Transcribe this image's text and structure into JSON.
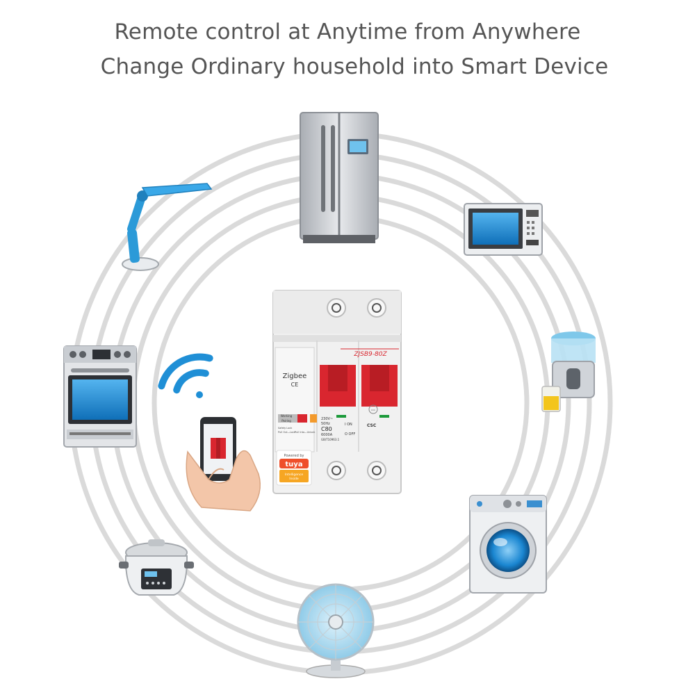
{
  "headline": {
    "line1": "Remote control at Anytime from Anywhere",
    "line2": "Change Ordinary household into Smart Device"
  },
  "breaker": {
    "model": "ZJSB9-80Z",
    "protocol": "Zigbee",
    "ce_mark": "CE",
    "rating_lines": [
      "230V~",
      "50Hz",
      "C80",
      "6000A",
      "GB/T10963.1"
    ],
    "on_label": "I ON",
    "off_label": "O OFF",
    "switch_labels": [
      "Working",
      "Pairing"
    ],
    "small_text": [
      "Safety Lock",
      "Pull Out—Lock",
      "Pull Into—Unlock"
    ],
    "csc": "CSC",
    "ccc": "CCC",
    "badge": {
      "powered_by": "Powered by",
      "brand": "tuya",
      "tagline_1": "Intelligence",
      "tagline_2": "Inside"
    }
  },
  "icons": [
    "refrigerator-icon",
    "microwave-icon",
    "juicer-icon",
    "washing-machine-icon",
    "fan-icon",
    "rice-cooker-icon",
    "oven-icon",
    "desk-lamp-icon",
    "wifi-icon",
    "smartphone-hand-icon"
  ],
  "colors": {
    "breaker_red": "#d9262f",
    "ring_gray": "#d8d8d8",
    "appliance_blue": "#1f8fd6",
    "tuya_orange": "#ef4f2b",
    "text_gray": "#555555"
  }
}
